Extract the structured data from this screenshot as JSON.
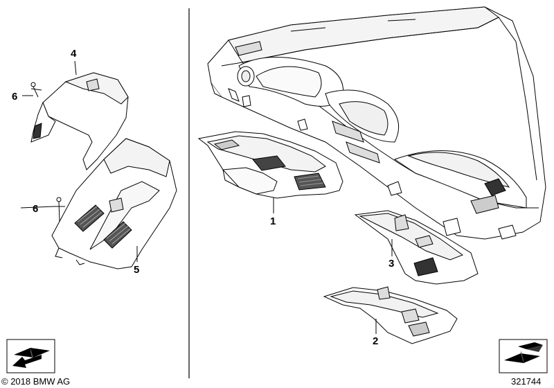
{
  "diagram": {
    "callouts": {
      "c1": "1",
      "c2": "2",
      "c3": "3",
      "c4": "4",
      "c5": "5",
      "c6_top": "6",
      "c6_bottom": "6"
    },
    "copyright": "© 2018 BMW AG",
    "diagram_number": "321744",
    "icons": [
      "arrow-left-icon",
      "arrow-right-icon"
    ]
  }
}
